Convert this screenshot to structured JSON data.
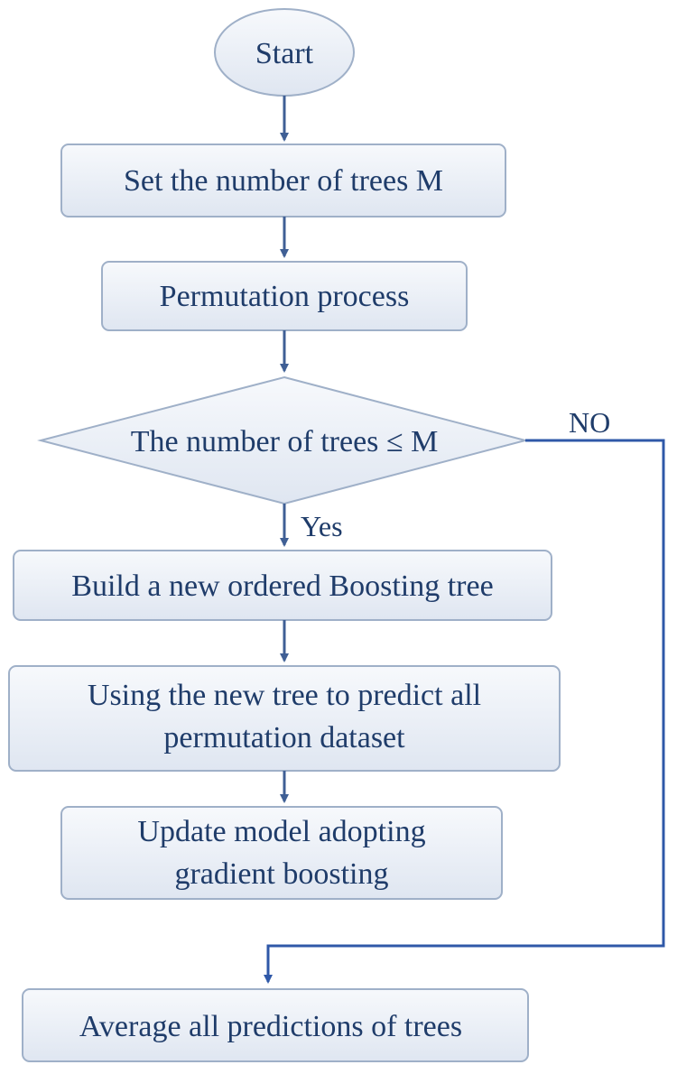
{
  "nodes": {
    "start": "Start",
    "set_trees": "Set the number of trees M",
    "permutation": "Permutation process",
    "decision": "The number of trees ≤ M",
    "build_tree": "Build a new ordered Boosting tree",
    "predict_line1": "Using the new tree to predict all",
    "predict_line2": "permutation dataset",
    "update_line1": "Update model adopting",
    "update_line2": "gradient boosting",
    "average": "Average all predictions of trees"
  },
  "edges": {
    "yes_label": "Yes",
    "no_label": "NO"
  },
  "colors": {
    "box_top": "#f7f9fc",
    "box_bottom": "#dfe6f1",
    "box_border": "#9fb0c8",
    "arrow": "#3f5f95",
    "loop_line": "#2f58a8",
    "text": "#1f3c6a"
  }
}
